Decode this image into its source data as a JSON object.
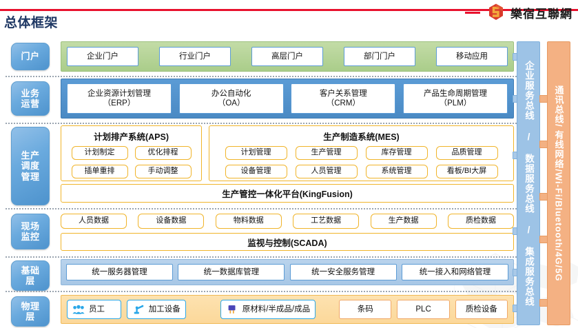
{
  "header": {
    "title": "总体框架",
    "brand": "樂宿互聯網",
    "rule_color": "#e8112d",
    "logo_icon": "hexagon-s-logo-icon"
  },
  "layers": [
    {
      "id": "portal",
      "label": [
        "门户"
      ],
      "band_style": "green",
      "items": [
        "企业门户",
        "行业门户",
        "高层门户",
        "部门门户",
        "移动应用"
      ]
    },
    {
      "id": "business",
      "label": [
        "业务",
        "运营"
      ],
      "band_style": "blue",
      "items": [
        {
          "line1": "企业资源计划管理",
          "line2": "（ERP）"
        },
        {
          "line1": "办公自动化",
          "line2": "（OA）"
        },
        {
          "line1": "客户关系管理",
          "line2": "（CRM）"
        },
        {
          "line1": "产品生命周期管理",
          "line2": "（PLM）"
        }
      ]
    },
    {
      "id": "scheduling",
      "label": [
        "生产",
        "调度",
        "管理"
      ],
      "band_style": "plain",
      "groups": [
        {
          "title": "计划排产系统(APS)",
          "items": [
            "计划制定",
            "优化排程",
            "插单重排",
            "手动调整"
          ]
        },
        {
          "title": "生产制造系统(MES)",
          "items": [
            "计划管理",
            "生产管理",
            "库存管理",
            "品质管理",
            "设备管理",
            "人员管理",
            "系统管理",
            "看板/BI大屏"
          ]
        }
      ],
      "platform_bar": "生产管控一体化平台(KingFusion)"
    },
    {
      "id": "monitoring",
      "label": [
        "现场",
        "监控"
      ],
      "band_style": "plain",
      "items": [
        "人员数据",
        "设备数据",
        "物料数据",
        "工艺数据",
        "生产数据",
        "质检数据"
      ],
      "scada_bar": "监视与控制(SCADA)"
    },
    {
      "id": "infrastructure",
      "label": [
        "基础",
        "层"
      ],
      "band_style": "lightblue",
      "items": [
        "统一服务器管理",
        "统一数据库管理",
        "统一安全服务管理",
        "统一接入和网络管理"
      ]
    },
    {
      "id": "physical",
      "label": [
        "物理",
        "层"
      ],
      "band_style": "orange",
      "items": [
        {
          "text": "员工",
          "icon": "people-group-icon"
        },
        {
          "text": "加工设备",
          "icon": "robot-arm-icon"
        },
        {
          "text": "原材料/半成品/成品",
          "icon": "material-block-icon"
        },
        {
          "text": "条码",
          "icon": null
        },
        {
          "text": "PLC",
          "icon": null
        },
        {
          "text": "质检设备",
          "icon": null
        }
      ]
    }
  ],
  "buses": {
    "service_bus": "企业服务总线 / 数据服务总线 / 集成服务总线",
    "comm_bus": "通讯总线/ 有线网络/Wi-Fi/Bluetooth/4G/5G",
    "service_bus_color": "#9dc3e6",
    "comm_bus_color": "#f4b183"
  }
}
